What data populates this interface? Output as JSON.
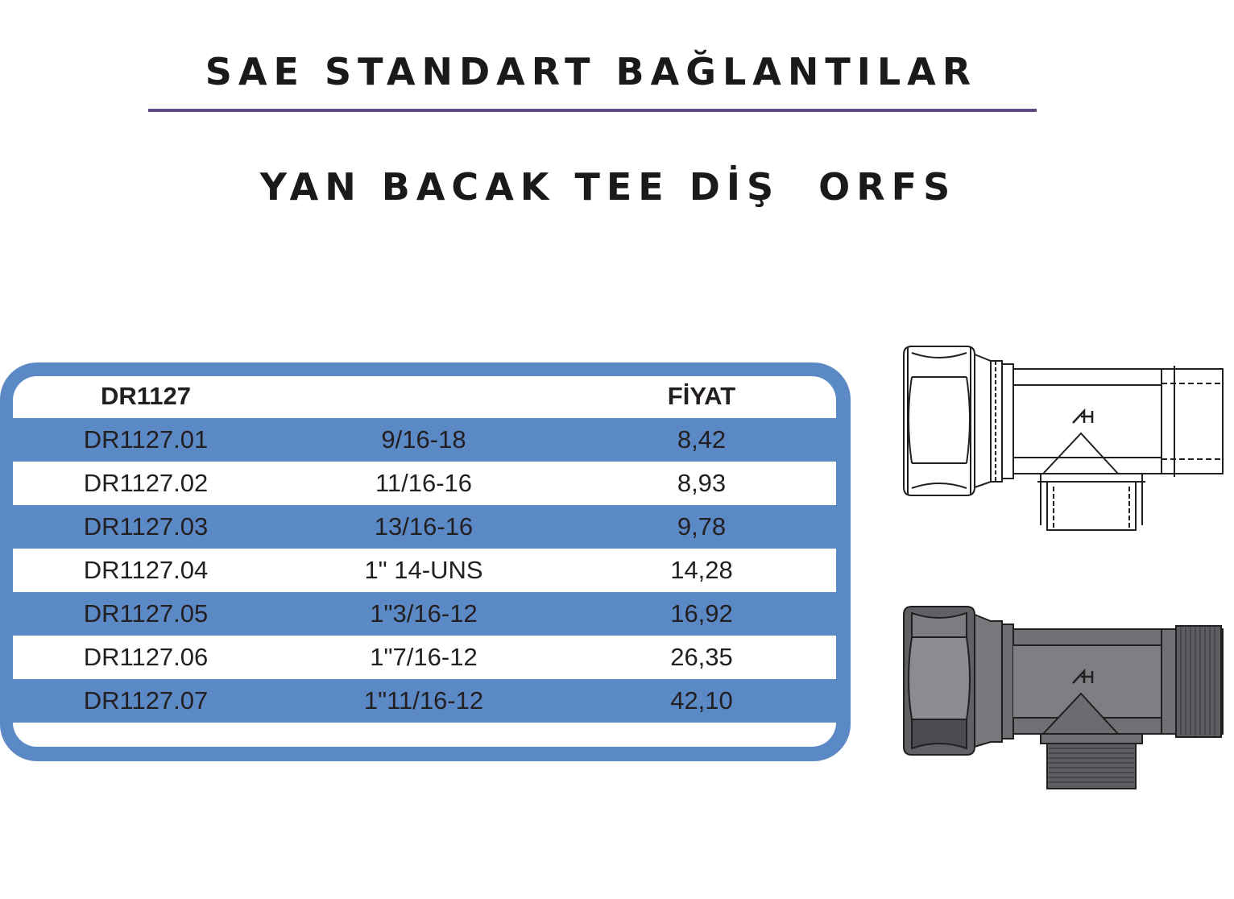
{
  "header": {
    "title": "SAE STANDART BAĞLANTILAR",
    "subtitle": "YAN BACAK TEE DİŞ  ORFS"
  },
  "table": {
    "headers": [
      "DR1127",
      "",
      "FİYAT"
    ],
    "rows": [
      [
        "DR1127.01",
        "9/16-18",
        "8,42"
      ],
      [
        "DR1127.02",
        "11/16-16",
        "8,93"
      ],
      [
        "DR1127.03",
        "13/16-16",
        "9,78"
      ],
      [
        "DR1127.04",
        "1\" 14-UNS",
        "14,28"
      ],
      [
        "DR1127.05",
        "1\"3/16-12",
        "16,92"
      ],
      [
        "DR1127.06",
        "1\"7/16-12",
        "26,35"
      ],
      [
        "DR1127.07",
        "1\"11/16-12",
        "42,10"
      ]
    ]
  },
  "colors": {
    "table_blue": "#5b89c6",
    "rule_purple": "#5e4a85",
    "fitting_gray": "#6f7174"
  },
  "images": [
    "tee-fitting-line-drawing",
    "tee-fitting-shaded-drawing"
  ]
}
